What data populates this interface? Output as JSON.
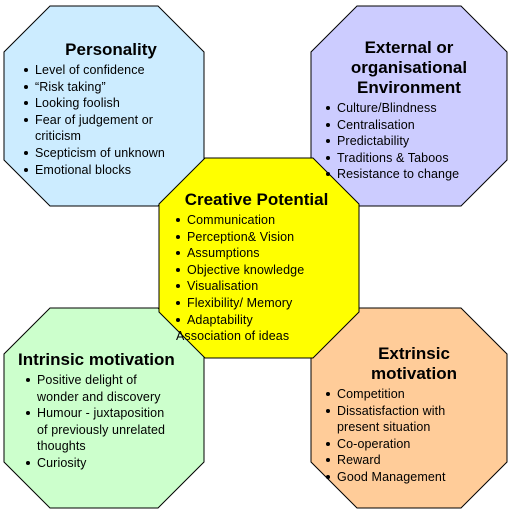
{
  "colors": {
    "personality": "#CCECFF",
    "external": "#CCCCFF",
    "creative": "#FFFF00",
    "intrinsic": "#CCFFCC",
    "extrinsic": "#FFCC99",
    "outline": "#000000"
  },
  "personality": {
    "title": "Personality",
    "items": [
      "Level of confidence",
      "“Risk taking”",
      "Looking foolish",
      "Fear of judgement or criticism",
      "Scepticism of unknown",
      "Emotional blocks"
    ]
  },
  "external": {
    "title": "External or organisational Environment",
    "items": [
      "Culture/Blindness",
      "Centralisation",
      "Predictability",
      "Traditions & Taboos",
      "Resistance to change"
    ]
  },
  "creative": {
    "title": "Creative Potential",
    "items": [
      "Communication",
      "Perception& Vision",
      "Assumptions",
      "Objective knowledge",
      "Visualisation",
      "Flexibility/ Memory",
      "Adaptability",
      "Association of ideas"
    ]
  },
  "intrinsic": {
    "title": "Intrinsic motivation",
    "items": [
      "Positive delight of wonder and discovery",
      "Humour - juxtaposition of previously unrelated thoughts",
      "Curiosity"
    ]
  },
  "extrinsic": {
    "title": "Extrinsic motivation",
    "items": [
      "Competition",
      "Dissatisfaction with present situation",
      "Co-operation",
      "Reward",
      "Good Management"
    ]
  }
}
